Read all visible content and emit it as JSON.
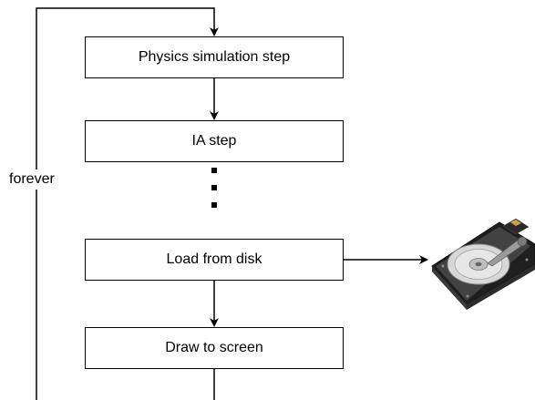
{
  "diagram": {
    "loop_label": "forever",
    "steps": [
      {
        "id": "physics",
        "label": "Physics simulation step"
      },
      {
        "id": "ia",
        "label": "IA step"
      },
      {
        "id": "load",
        "label": "Load from disk"
      },
      {
        "id": "draw",
        "label": "Draw to screen"
      }
    ],
    "external_device": {
      "icon": "hard-disk-drive-icon"
    },
    "colors": {
      "line": "#000000",
      "box_border": "#000000",
      "background": "#ffffff"
    }
  }
}
